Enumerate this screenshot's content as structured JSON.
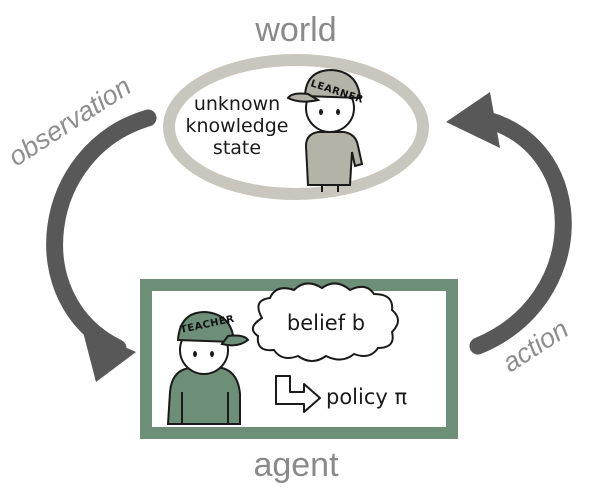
{
  "world": {
    "title": "world",
    "text_line1": "unknown",
    "text_line2": "knowledge",
    "text_line3": "state",
    "cap_label": "LEARNER"
  },
  "agent": {
    "title": "agent",
    "belief_text": "belief b",
    "policy_text": "policy π",
    "cap_label": "TEACHER"
  },
  "arrows": {
    "left_label": "observation",
    "right_label": "action"
  },
  "colors": {
    "ellipse_border": "#c9c7bd",
    "frame_green": "#6d8f78",
    "arrow_gray": "#585858",
    "learner_body": "#b5b3a8",
    "teacher_body": "#6d8f78"
  }
}
